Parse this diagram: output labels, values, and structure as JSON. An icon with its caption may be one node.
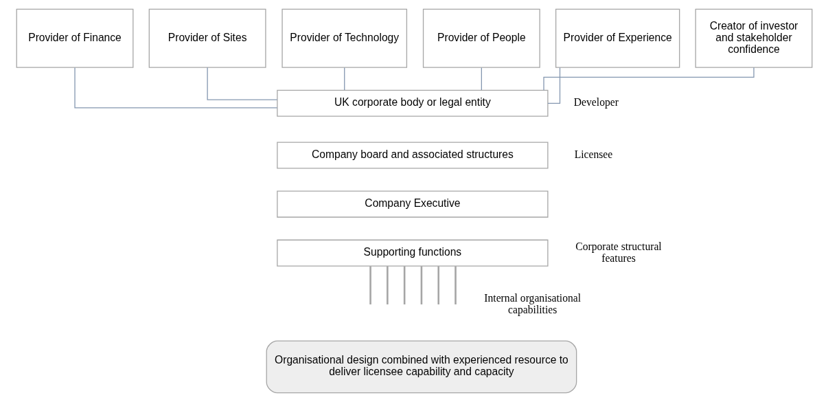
{
  "diagram": {
    "nodes": [
      {
        "text": [
          "Provider of Finance"
        ]
      },
      {
        "text": [
          "Provider of Sites"
        ]
      },
      {
        "text": [
          "Provider of Technology"
        ]
      },
      {
        "text": [
          "Provider of People"
        ]
      },
      {
        "text": [
          "Provider of Experience"
        ]
      },
      {
        "text": [
          "Creator of investor and stakeholder confidence"
        ]
      },
      {
        "text": [
          "UK corporate body or legal entity"
        ]
      },
      {
        "text": [
          "Company board and associated structures"
        ]
      },
      {
        "text": [
          "Company Executive"
        ]
      },
      {
        "text": [
          "Supporting functions"
        ]
      },
      {
        "text": [
          "Organisational design combined with experienced resource to deliver licensee capability and capacity"
        ]
      }
    ],
    "edges": [
      {
        "from": 0,
        "to": 6,
        "arrow": "none"
      },
      {
        "from": 1,
        "to": 6,
        "arrow": "none"
      },
      {
        "from": 2,
        "to": 6,
        "arrow": "none"
      },
      {
        "from": 3,
        "to": 6,
        "arrow": "none"
      },
      {
        "from": 4,
        "to": 6,
        "arrow": "none"
      },
      {
        "from": 5,
        "to": 6,
        "arrow": "none"
      },
      {
        "from": 9,
        "to": null,
        "arrow": "none"
      },
      {
        "from": 9,
        "to": null,
        "arrow": "none"
      },
      {
        "from": 9,
        "to": null,
        "arrow": "none"
      },
      {
        "from": 9,
        "to": null,
        "arrow": "none"
      },
      {
        "from": 9,
        "to": null,
        "arrow": "none"
      },
      {
        "from": 9,
        "to": null,
        "arrow": "none"
      }
    ],
    "labels": [
      "Developer",
      "Licensee",
      "Corporate structural features",
      "Internal organisational capabilities"
    ]
  }
}
